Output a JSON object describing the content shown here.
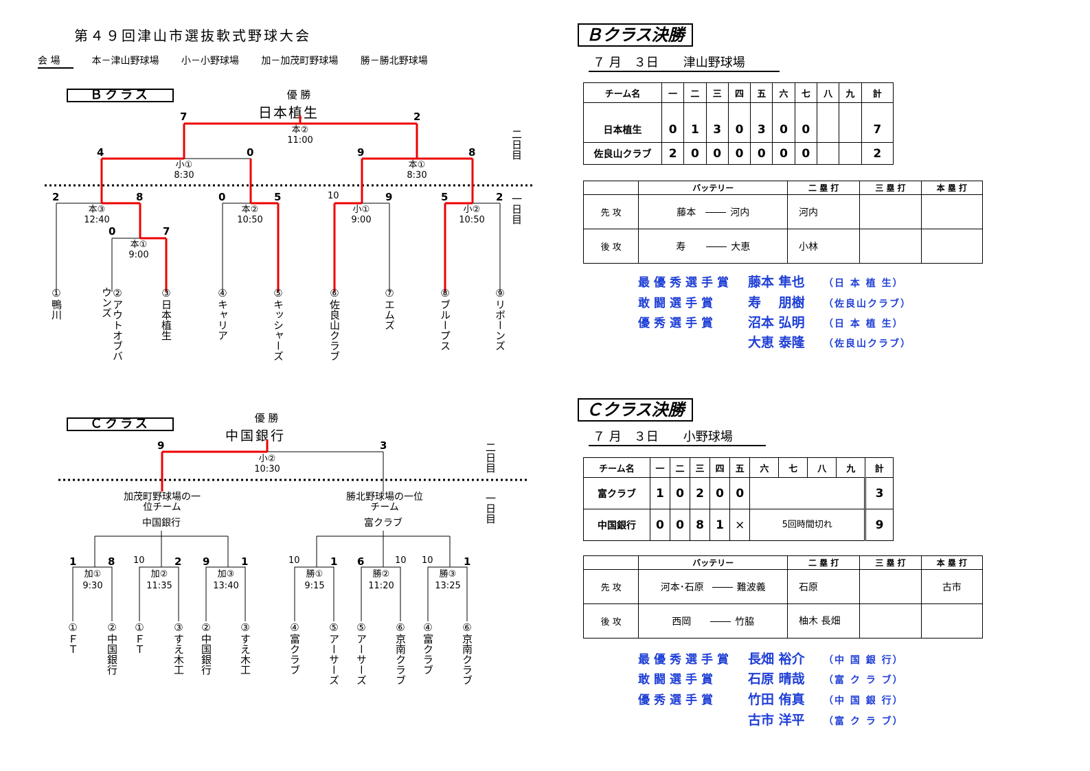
{
  "title": "第４９回津山市選抜軟式野球大会",
  "venues": {
    "label": "会 場",
    "items": [
      "本－津山野球場",
      "小－小野球場",
      "加－加茂町野球場",
      "勝－勝北野球場"
    ]
  },
  "b_bracket": {
    "class_label": "Ｂクラス",
    "champion_label": "優 勝",
    "champion": "日本植生",
    "day2": "二日目",
    "day1": "一日目",
    "final": {
      "left": "7",
      "right": "2",
      "venue": "本②",
      "time": "11:00"
    },
    "semis": [
      {
        "left": "4",
        "right": "0",
        "venue": "小①",
        "time": "8:30"
      },
      {
        "left": "9",
        "right": "8",
        "venue": "本①",
        "time": "8:30"
      }
    ],
    "round1": [
      {
        "left": "2",
        "right": "8",
        "venue": "本③",
        "time": "12:40"
      },
      {
        "left": "0",
        "right": "7",
        "venue": "本①",
        "time": "9:00"
      },
      {
        "left": "0",
        "right": "5",
        "venue": "本②",
        "time": "10:50"
      },
      {
        "left": "10",
        "right": "9",
        "venue": "小①",
        "time": "9:00"
      },
      {
        "left": "5",
        "right": "2",
        "venue": "小②",
        "time": "10:50"
      }
    ],
    "teams": [
      "①鴨川",
      "②アウトオブバウンズ",
      "③日本植生",
      "④キャリア",
      "⑤キッシャーズ",
      "⑥佐良山クラブ",
      "⑦エムズ",
      "⑧ブループス",
      "⑨リボーンズ"
    ]
  },
  "c_bracket": {
    "class_label": "Ｃクラス",
    "champion_label": "優 勝",
    "champion": "中国銀行",
    "day2": "二日目",
    "day1": "一日目",
    "final": {
      "left": "9",
      "right": "3",
      "venue": "小②",
      "time": "10:30"
    },
    "groups": [
      {
        "title": "加茂町野球場の一位チーム",
        "winner": "中国銀行"
      },
      {
        "title": "勝北野球場の一位チーム",
        "winner": "富クラブ"
      }
    ],
    "games": [
      {
        "left": "1",
        "right": "8",
        "venue": "加①",
        "time": "9:30"
      },
      {
        "left": "10",
        "right": "2",
        "venue": "加②",
        "time": "11:35"
      },
      {
        "left": "9",
        "right": "1",
        "venue": "加③",
        "time": "13:40"
      },
      {
        "left": "10",
        "right": "1",
        "venue": "勝①",
        "time": "9:15"
      },
      {
        "left": "6",
        "right": "10",
        "venue": "勝②",
        "time": "11:20"
      },
      {
        "left": "10",
        "right": "1",
        "venue": "勝③",
        "time": "13:25"
      }
    ],
    "teams": [
      "①ＦＴ",
      "②中国銀行",
      "①ＦＴ",
      "③すえ木工",
      "②中国銀行",
      "③すえ木工",
      "④富クラブ",
      "⑤アーサーズ",
      "⑤アーサーズ",
      "⑥京南クラブ",
      "④富クラブ",
      "⑥京南クラブ"
    ]
  },
  "b_final": {
    "title": "Ｂクラス決勝",
    "date": "７ 月　３日　　津山野球場",
    "header": [
      "チーム名",
      "一",
      "二",
      "三",
      "四",
      "五",
      "六",
      "七",
      "八",
      "九",
      "計"
    ],
    "rows": [
      {
        "team": "日本植生",
        "innings": [
          "0",
          "1",
          "3",
          "0",
          "3",
          "0",
          "0",
          "",
          ""
        ],
        "total": "7"
      },
      {
        "team": "佐良山クラブ",
        "innings": [
          "2",
          "0",
          "0",
          "0",
          "0",
          "0",
          "0",
          "",
          ""
        ],
        "total": "2"
      }
    ],
    "bat_header": [
      "",
      "バッテリー",
      "二 塁 打",
      "三 塁 打",
      "本 塁 打"
    ],
    "bat_rows": [
      {
        "side": "先 攻",
        "pitcher": "藤本",
        "catcher": "河内",
        "double": "河内",
        "triple": "",
        "hr": ""
      },
      {
        "side": "後 攻",
        "pitcher": "寿",
        "catcher": "大恵",
        "double": "小林",
        "triple": "",
        "hr": ""
      }
    ],
    "awards": [
      {
        "label": "最優秀選手賞",
        "name": "藤本 隼也",
        "team": "（日 本 植 生）"
      },
      {
        "label": "敢闘選手賞",
        "name": "寿　 朋樹",
        "team": "（佐良山クラブ）"
      },
      {
        "label": "優秀選手賞",
        "name": "沼本 弘明",
        "team": "（日 本 植 生）"
      },
      {
        "label": "",
        "name": "大恵 泰隆",
        "team": "（佐良山クラブ）"
      }
    ]
  },
  "c_final": {
    "title": "Ｃクラス決勝",
    "date": "７ 月　３日　　小野球場",
    "header": [
      "チーム名",
      "一",
      "二",
      "三",
      "四",
      "五",
      "六",
      "七",
      "八",
      "九",
      "計"
    ],
    "rows": [
      {
        "team": "富クラブ",
        "innings": [
          "1",
          "0",
          "2",
          "0",
          "0"
        ],
        "note": "",
        "total": "3"
      },
      {
        "team": "中国銀行",
        "innings": [
          "0",
          "0",
          "8",
          "1",
          "×"
        ],
        "note": "5回時間切れ",
        "total": "9"
      }
    ],
    "bat_header": [
      "",
      "バッテリー",
      "二 塁 打",
      "三 塁 打",
      "本 塁 打"
    ],
    "bat_rows": [
      {
        "side": "先 攻",
        "pitcher": "河本･石原",
        "catcher": "難波義",
        "double": "石原",
        "triple": "",
        "hr": "古市"
      },
      {
        "side": "後 攻",
        "pitcher": "西岡",
        "catcher": "竹脇",
        "double": "柚木 長畑",
        "triple": "",
        "hr": ""
      }
    ],
    "awards": [
      {
        "label": "最優秀選手賞",
        "name": "長畑 裕介",
        "team": "（中 国 銀 行）"
      },
      {
        "label": "敢闘選手賞",
        "name": "石原 晴哉",
        "team": "（富 ク ラ ブ）"
      },
      {
        "label": "優秀選手賞",
        "name": "竹田 侑真",
        "team": "（中 国 銀 行）"
      },
      {
        "label": "",
        "name": "古市 洋平",
        "team": "（富 ク ラ ブ）"
      }
    ]
  }
}
